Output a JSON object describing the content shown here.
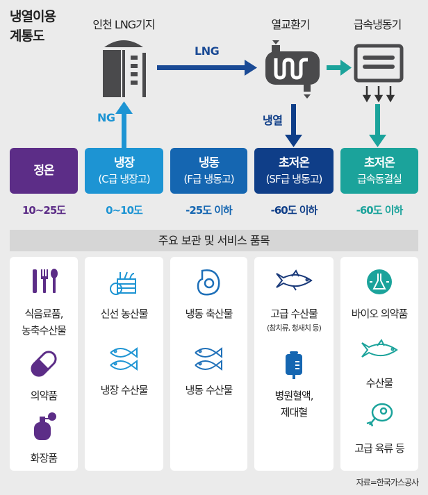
{
  "title": {
    "line1": "냉열이용",
    "line2": "계통도"
  },
  "facilities": {
    "lng_base": "인천 LNG기지",
    "heat_exchanger": "열교환기",
    "quick_freezer": "급속냉동기"
  },
  "flows": {
    "lng": "LNG",
    "ng": "NG",
    "cold_energy": "냉열"
  },
  "categories": [
    {
      "name": "정온",
      "sub": "",
      "temp": "10~25도",
      "color": "#5c2d87"
    },
    {
      "name": "냉장",
      "sub": "(C급 냉장고)",
      "temp": "0~10도",
      "color": "#1d94d3"
    },
    {
      "name": "냉동",
      "sub": "(F급 냉동고)",
      "temp": "-25도 이하",
      "color": "#1566b1"
    },
    {
      "name": "초저온",
      "sub": "(SF급 냉동고)",
      "temp": "-60도 이하",
      "color": "#0f3e88"
    },
    {
      "name": "초저온",
      "sub": "급속동결실",
      "temp": "-60도 이하",
      "color": "#1ba39b"
    }
  ],
  "items_header": "주요 보관 및 서비스 품목",
  "items": [
    [
      {
        "icon": "utensils-icon",
        "label": "식음료품,\n농축수산물"
      },
      {
        "icon": "pill-icon",
        "label": "의약품"
      },
      {
        "icon": "perfume-icon",
        "label": "화장품"
      }
    ],
    [
      {
        "icon": "produce-icon",
        "label": "신선 농산물"
      },
      {
        "icon": "fish-pair-icon",
        "label": "냉장 수산물"
      }
    ],
    [
      {
        "icon": "meat-icon",
        "label": "냉동 축산물"
      },
      {
        "icon": "fish-pair-icon",
        "label": "냉동 수산물"
      }
    ],
    [
      {
        "icon": "tuna-icon",
        "label": "고급 수산물",
        "sub": "(참치류, 청새치 등)"
      },
      {
        "icon": "blood-bag-icon",
        "label": "병원혈액,\n제대혈"
      }
    ],
    [
      {
        "icon": "bio-flask-icon",
        "label": "바이오 의약품"
      },
      {
        "icon": "fish-icon",
        "label": "수산물"
      },
      {
        "icon": "ham-leg-icon",
        "label": "고급 육류 등"
      }
    ]
  ],
  "source": "자료=한국가스공사"
}
